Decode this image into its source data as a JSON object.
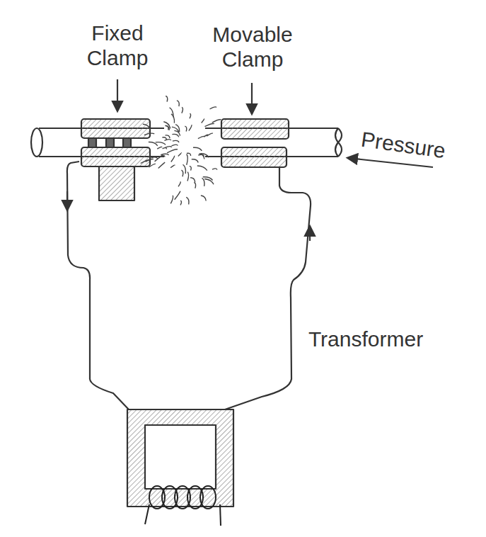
{
  "diagram": {
    "labels": [
      "Fixed Clamp",
      "Movable Clamp",
      "Pressure",
      "Transformer"
    ]
  }
}
